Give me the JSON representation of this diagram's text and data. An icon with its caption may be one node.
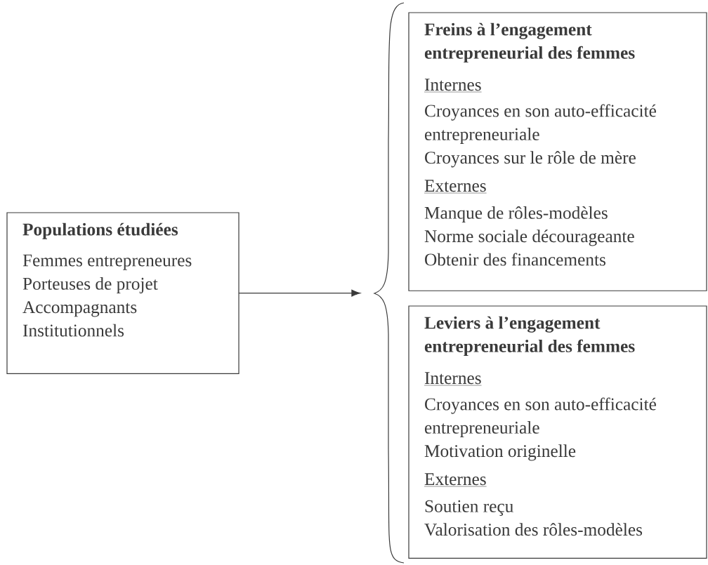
{
  "diagram": {
    "nodes": [
      {
        "text": [
          "Populations étudiées",
          "Femmes entrepreneures",
          "Porteuses de projet",
          "Accompagnants",
          "Institutionnels"
        ]
      },
      {
        "text": [],
        "shape": "brace"
      },
      {
        "text": [
          "Freins à l’engagement entrepreneurial des femmes",
          "Internes",
          "Croyances en son auto-efficacité entrepreneuriale",
          "Croyances sur le rôle de mère",
          "Externes",
          "Manque de rôles-modèles",
          "Norme sociale décourageante",
          "Obtenir des financements"
        ]
      },
      {
        "text": [
          "Leviers à l’engagement entrepreneurial des femmes",
          "Internes",
          "Croyances en son auto-efficacité entrepreneuriale",
          "Motivation originelle",
          "Externes",
          "Soutien reçu",
          "Valorisation des rôles-modèles"
        ]
      }
    ],
    "edges": [
      {
        "from": 0,
        "to": 1,
        "arrow": "to"
      }
    ]
  }
}
